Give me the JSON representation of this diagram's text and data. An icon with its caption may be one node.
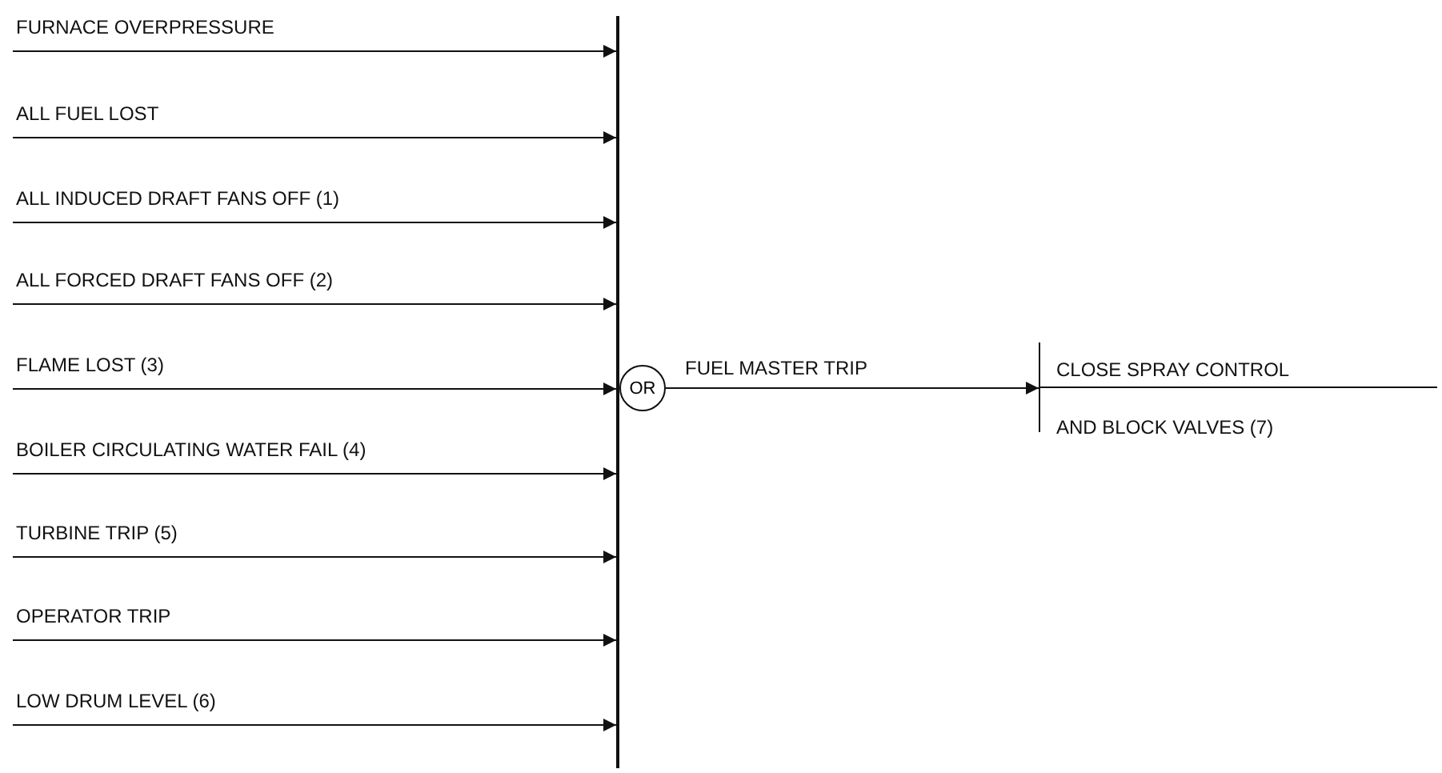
{
  "diagram": {
    "nodes": [
      {
        "text": [
          "FURNACE OVERPRESSURE"
        ]
      },
      {
        "text": [
          "ALL FUEL LOST"
        ]
      },
      {
        "text": [
          "ALL INDUCED DRAFT FANS OFF (1)"
        ]
      },
      {
        "text": [
          "ALL FORCED DRAFT FANS OFF (2)"
        ]
      },
      {
        "text": [
          "FLAME LOST (3)"
        ]
      },
      {
        "text": [
          "BOILER CIRCULATING WATER FAIL (4)"
        ]
      },
      {
        "text": [
          "TURBINE TRIP (5)"
        ]
      },
      {
        "text": [
          "OPERATOR TRIP"
        ]
      },
      {
        "text": [
          "LOW DRUM LEVEL (6)"
        ]
      },
      {
        "text": [],
        "shape": "bar"
      },
      {
        "text": [
          "OR"
        ]
      },
      {
        "text": [
          "CLOSE SPRAY CONTROL",
          "AND BLOCK VALVES (7)"
        ]
      }
    ],
    "edges": [
      {
        "from": 0,
        "to": 9,
        "arrow": "to"
      },
      {
        "from": 1,
        "to": 9,
        "arrow": "to"
      },
      {
        "from": 2,
        "to": 9,
        "arrow": "to"
      },
      {
        "from": 3,
        "to": 9,
        "arrow": "to"
      },
      {
        "from": 4,
        "to": 9,
        "arrow": "to"
      },
      {
        "from": 5,
        "to": 9,
        "arrow": "to"
      },
      {
        "from": 6,
        "to": 9,
        "arrow": "to"
      },
      {
        "from": 7,
        "to": 9,
        "arrow": "to"
      },
      {
        "from": 8,
        "to": 9,
        "arrow": "to"
      },
      {
        "from": 10,
        "to": 11,
        "label": "FUEL MASTER TRIP",
        "arrow": "to"
      },
      {
        "from": 11,
        "to": null,
        "arrow": "none"
      }
    ]
  }
}
